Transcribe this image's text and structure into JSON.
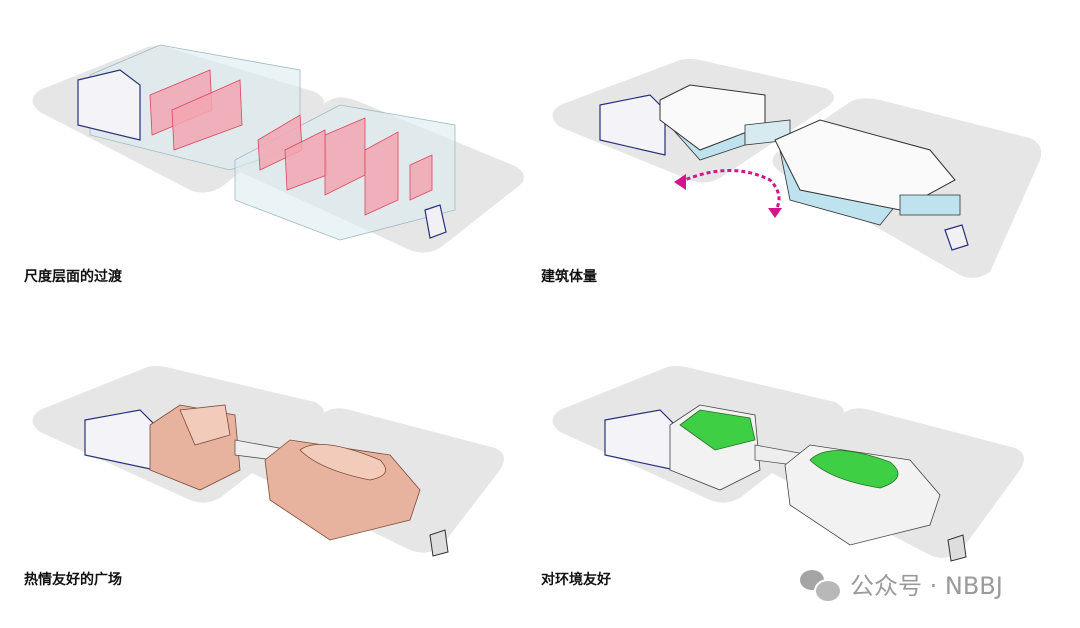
{
  "panels": [
    {
      "caption": "尺度层面的过渡"
    },
    {
      "caption": "建筑体量"
    },
    {
      "caption": "热情友好的广场"
    },
    {
      "caption": "对环境友好"
    }
  ],
  "watermark": {
    "text": "公众号 · NBBJ"
  },
  "colors": {
    "ground": "#e6e6e6",
    "glass": "#d9ecf0",
    "red_planes": "#f0a0ab",
    "blue_base": "#bfe3ee",
    "magenta_arrow": "#d4148c",
    "copper": "#e8b39e",
    "green_roof": "#3fcf45"
  }
}
